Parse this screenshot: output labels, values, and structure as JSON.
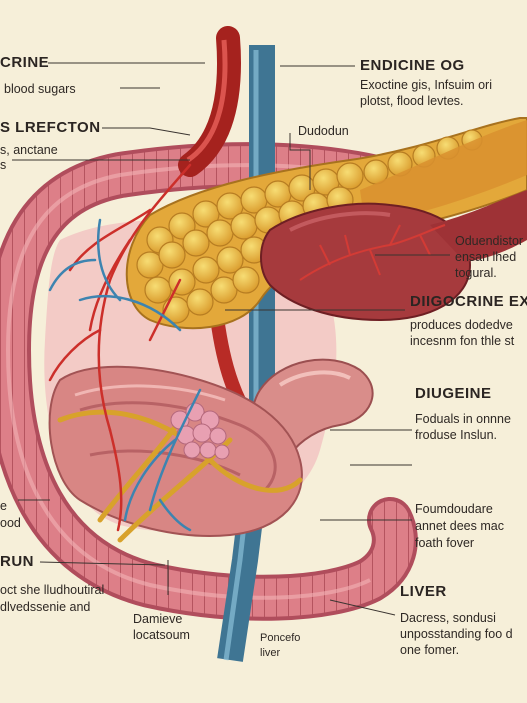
{
  "labels": {
    "l1_title": "CRINE",
    "l1_sub": "blood sugars",
    "l2_title": "S LREFCTON",
    "l2_sub1": "s, anctane",
    "l2_sub2": "s",
    "l3_sub1": "e",
    "l3_sub2": "ood",
    "l4_title": "RUN",
    "l4_sub1": "oct she lludhoutiral",
    "l4_sub2": "dlvedssenie and",
    "c1_line1": "Damieve",
    "c1_line2": "locatsoum",
    "c2_line1": "Poncefo",
    "c2_line2": "liver",
    "c3": "Dudodun",
    "r1_title": "ENDICINE OG",
    "r1_line1": "Exoctine gis, Infsuim ori",
    "r1_line2": "plotst, flood levtes.",
    "r2_line1": "Oduendistor",
    "r2_line2": "ensan lhed",
    "r2_line3": "togural.",
    "r3_title": "DIIGOCRINE EXZ",
    "r3_line1": "produces dodedve",
    "r3_line2": "incesnm fon thle st",
    "r4_title": "DIUGEINE",
    "r4_line1": "Foduals in onnne",
    "r4_line2": "froduse Inslun.",
    "r5_line1": "Foumdoudare",
    "r5_line2": "annet dees mac",
    "r5_line3": "foath fover",
    "r6_title": "LIVER",
    "r6_line1": "Dacress, sondusi",
    "r6_line2": "unposstanding foo d",
    "r6_line3": "one fomer."
  },
  "colors": {
    "background": "#f6efd9",
    "artery": "#c6302b",
    "vein": "#4f88a6",
    "pancreas": "#e9b53c",
    "liver": "#a8383c",
    "intestine": "#d9737b",
    "duct": "#e0b12f"
  }
}
